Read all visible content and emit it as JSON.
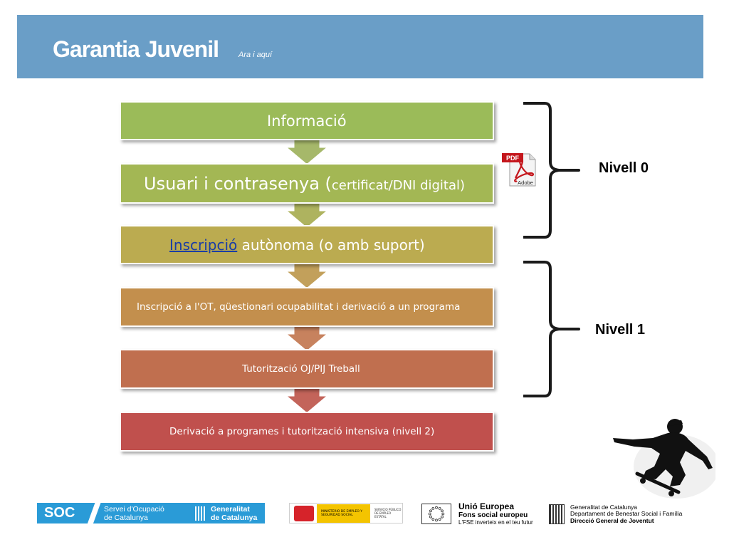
{
  "header": {
    "title": "Garantia Juvenil",
    "subtitle": "Ara i aquí",
    "bg_color": "#6a9ec7"
  },
  "steps": [
    {
      "label": "Informació",
      "color": "#9bbb59"
    },
    {
      "label_main": "Usuari i contrasenya (",
      "label_small": "certificat/DNI digital)",
      "color": "#a3b754"
    },
    {
      "link": "Inscripció",
      "label_rest": " autònoma (o amb suport)",
      "color": "#bbab50"
    },
    {
      "label": "Inscripció a l'OT, qüestionari ocupabilitat i derivació a un programa",
      "color": "#c38f4d"
    },
    {
      "label": "Tutorització OJ/PIJ Treball",
      "color": "#c06f4f"
    },
    {
      "label": "Derivació a programes i tutorització intensiva (nivell 2)",
      "color": "#c0504d"
    }
  ],
  "levels": [
    {
      "label": "Nivell 0"
    },
    {
      "label": "Nivell 1"
    }
  ],
  "pdf_icon": {
    "badge": "PDF",
    "brand": "Adobe"
  },
  "footer": {
    "soc": {
      "short": "SOC",
      "name_line1": "Servei d'Ocupació",
      "name_line2": "de Catalunya",
      "gen_line1": "Generalitat",
      "gen_line2": "de Catalunya"
    },
    "ministerio": {
      "line1": "MINISTERIO DE EMPLEO Y SEGURIDAD SOCIAL",
      "line2": "SERVICIO PÚBLICO DE EMPLEO ESTATAL"
    },
    "ue": {
      "line1": "Unió Europea",
      "line2": "Fons social europeu",
      "line3": "L'FSE inverteix en el teu futur"
    },
    "gencat": {
      "line1": "Generalitat de Catalunya",
      "line2": "Departament de Benestar Social i Família",
      "line3": "Direcció General de Joventut"
    }
  }
}
